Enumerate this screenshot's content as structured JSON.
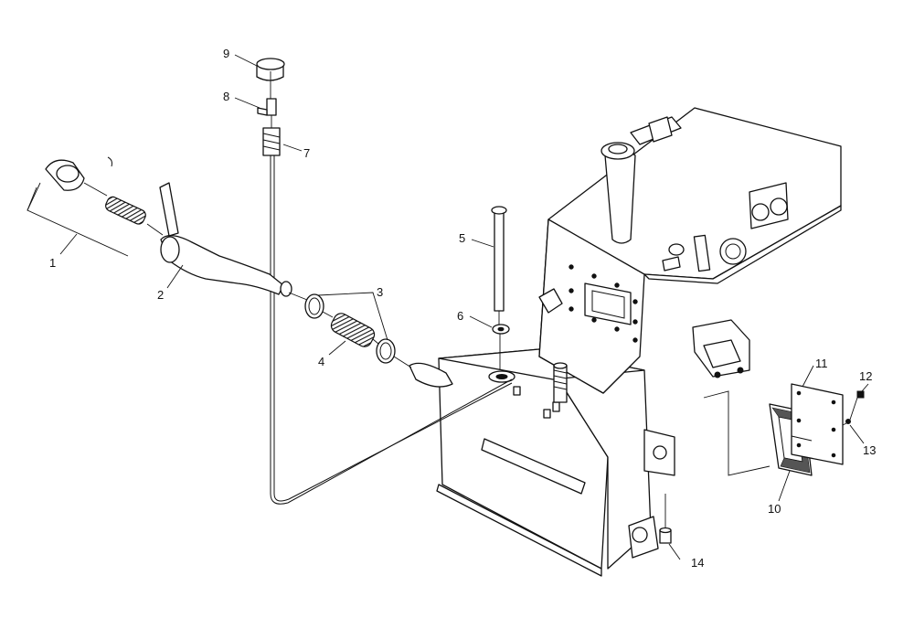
{
  "diagram": {
    "callouts": [
      {
        "id": "1",
        "label": "1"
      },
      {
        "id": "2",
        "label": "2"
      },
      {
        "id": "3",
        "label": "3"
      },
      {
        "id": "4",
        "label": "4"
      },
      {
        "id": "5",
        "label": "5"
      },
      {
        "id": "6",
        "label": "6"
      },
      {
        "id": "7",
        "label": "7"
      },
      {
        "id": "8",
        "label": "8"
      },
      {
        "id": "9",
        "label": "9"
      },
      {
        "id": "10",
        "label": "10"
      },
      {
        "id": "11",
        "label": "11"
      },
      {
        "id": "12",
        "label": "12"
      },
      {
        "id": "13",
        "label": "13"
      },
      {
        "id": "14",
        "label": "14"
      }
    ],
    "colors": {
      "line": "#111111",
      "background": "#ffffff"
    }
  }
}
